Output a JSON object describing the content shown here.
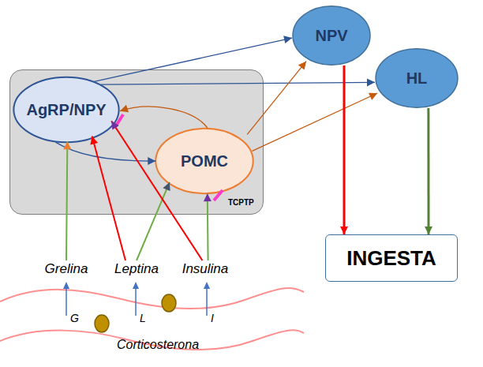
{
  "diagram": {
    "nodes": [
      {
        "text": []
      },
      {
        "text": [
          "AgRP/NPY"
        ],
        "in": 0
      },
      {
        "text": [
          "POMC"
        ],
        "in": 0
      },
      {
        "text": [
          "NPV"
        ]
      },
      {
        "text": [
          "HL"
        ]
      },
      {
        "text": [
          "INGESTA"
        ]
      },
      {
        "text": [
          "Grelina"
        ]
      },
      {
        "text": [
          "Leptina"
        ]
      },
      {
        "text": [
          "Insulina"
        ]
      }
    ],
    "edges": [
      {
        "from": 1,
        "to": 3,
        "arrow": "to"
      },
      {
        "from": 1,
        "to": 4,
        "arrow": "to"
      },
      {
        "from": 1,
        "to": 2,
        "arrow": "to"
      },
      {
        "from": 2,
        "to": 1,
        "arrow": "to"
      },
      {
        "from": 2,
        "to": 3,
        "arrow": "to"
      },
      {
        "from": 2,
        "to": 4,
        "arrow": "to"
      },
      {
        "from": 3,
        "to": 5,
        "arrow": "to"
      },
      {
        "from": 4,
        "to": 5,
        "arrow": "to"
      },
      {
        "from": 6,
        "to": 1,
        "arrow": "to"
      },
      {
        "from": 7,
        "to": 1,
        "arrow": "to"
      },
      {
        "from": 7,
        "to": 2,
        "arrow": "to"
      },
      {
        "from": 8,
        "to": 1,
        "arrow": "to"
      },
      {
        "from": 8,
        "to": 2,
        "arrow": "to"
      }
    ],
    "labels": [
      "G",
      "L",
      "I",
      "Corticosterona",
      "TCPTP"
    ]
  }
}
